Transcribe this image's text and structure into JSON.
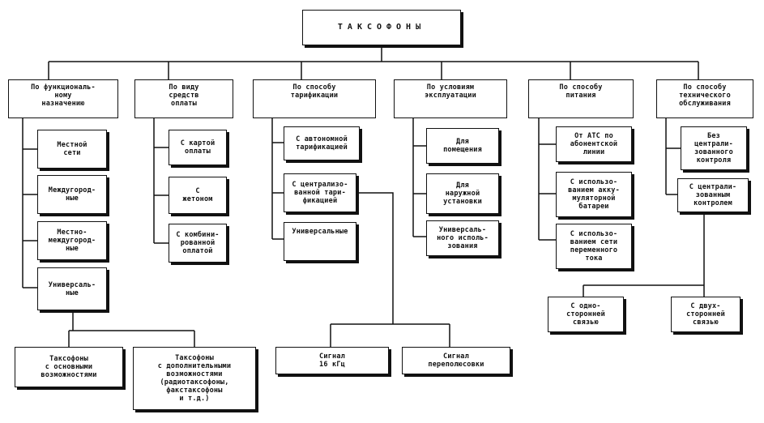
{
  "title": "ТАКСОФОНЫ",
  "categories": [
    {
      "label": "По функциональ-\nному\nназначению",
      "children": [
        "Местной\nсети",
        "Междугород-\nные",
        "Местно-\nмеждугород-\nные",
        "Универсаль-\nные"
      ],
      "subchildren": [
        "Таксофоны\nс основными\nвозможностями",
        "Таксофоны\nс дополнительными\nвозможностями\n(радиотаксофоны,\nфакстаксофоны\nи т.д.)"
      ]
    },
    {
      "label": "По виду\nсредств\nоплаты",
      "children": [
        "С картой\nоплаты",
        "С\nжетоном",
        "С комбини-\nрованной\nоплатой"
      ]
    },
    {
      "label": "По способу\nтарификации",
      "children": [
        "С автономной\nтарификацией",
        "С централизо-\nванной тари-\nфикацией",
        "Универсальные"
      ],
      "subchildren": [
        "Сигнал\n16 кГц",
        "Сигнал\nпереполюсовки"
      ]
    },
    {
      "label": "По условиям\nэксплуатации",
      "children": [
        "Для\nпомещения",
        "Для\nнаружной\nустановки",
        "Универсаль-\nного исполь-\nзования"
      ]
    },
    {
      "label": "По способу\nпитания",
      "children": [
        "От АТС по\nабонентской\nлинии",
        "С использо-\nванием аккy-\nмуляторной\nбатареи",
        "С использо-\nванием сети\nпеременного\nтока"
      ]
    },
    {
      "label": "По способу\nтехнического\nобслуживания",
      "children": [
        "Без\nцентрали-\nзованного\nконтроля",
        "С централи-\nзованным\nконтролем"
      ],
      "subchildren": [
        "С одно-\nсторонней\nсвязью",
        "С двух-\nсторонней\nсвязью"
      ]
    }
  ]
}
